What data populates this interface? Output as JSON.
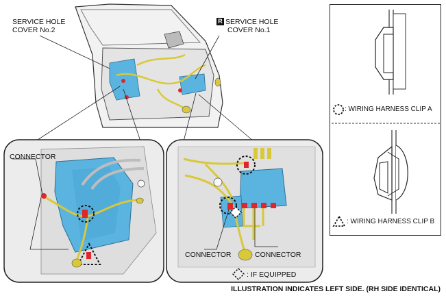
{
  "labels": {
    "service_hole_cover_2": [
      "SERVICE HOLE",
      "COVER No.2"
    ],
    "service_hole_cover_1": [
      "SERVICE HOLE",
      "COVER No.1"
    ],
    "r_marker": "R",
    "connector_left": "CONNECTOR",
    "connector_bottom_left": "CONNECTOR",
    "connector_bottom_right": "CONNECTOR",
    "if_equipped": ": IF EQUIPPED"
  },
  "legend": {
    "clip_a": ": WIRING HARNESS CLIP A",
    "clip_b": ": WIRING HARNESS CLIP B"
  },
  "footer": "ILLUSTRATION INDICATES LEFT SIDE. (RH SIDE IDENTICAL)",
  "colors": {
    "cover_blue": "#5bb4e0",
    "harness_yellow": "#e8d84a",
    "connector_red": "#e0262b",
    "panel_gray": "#e6e6e6",
    "outline": "#222222"
  }
}
